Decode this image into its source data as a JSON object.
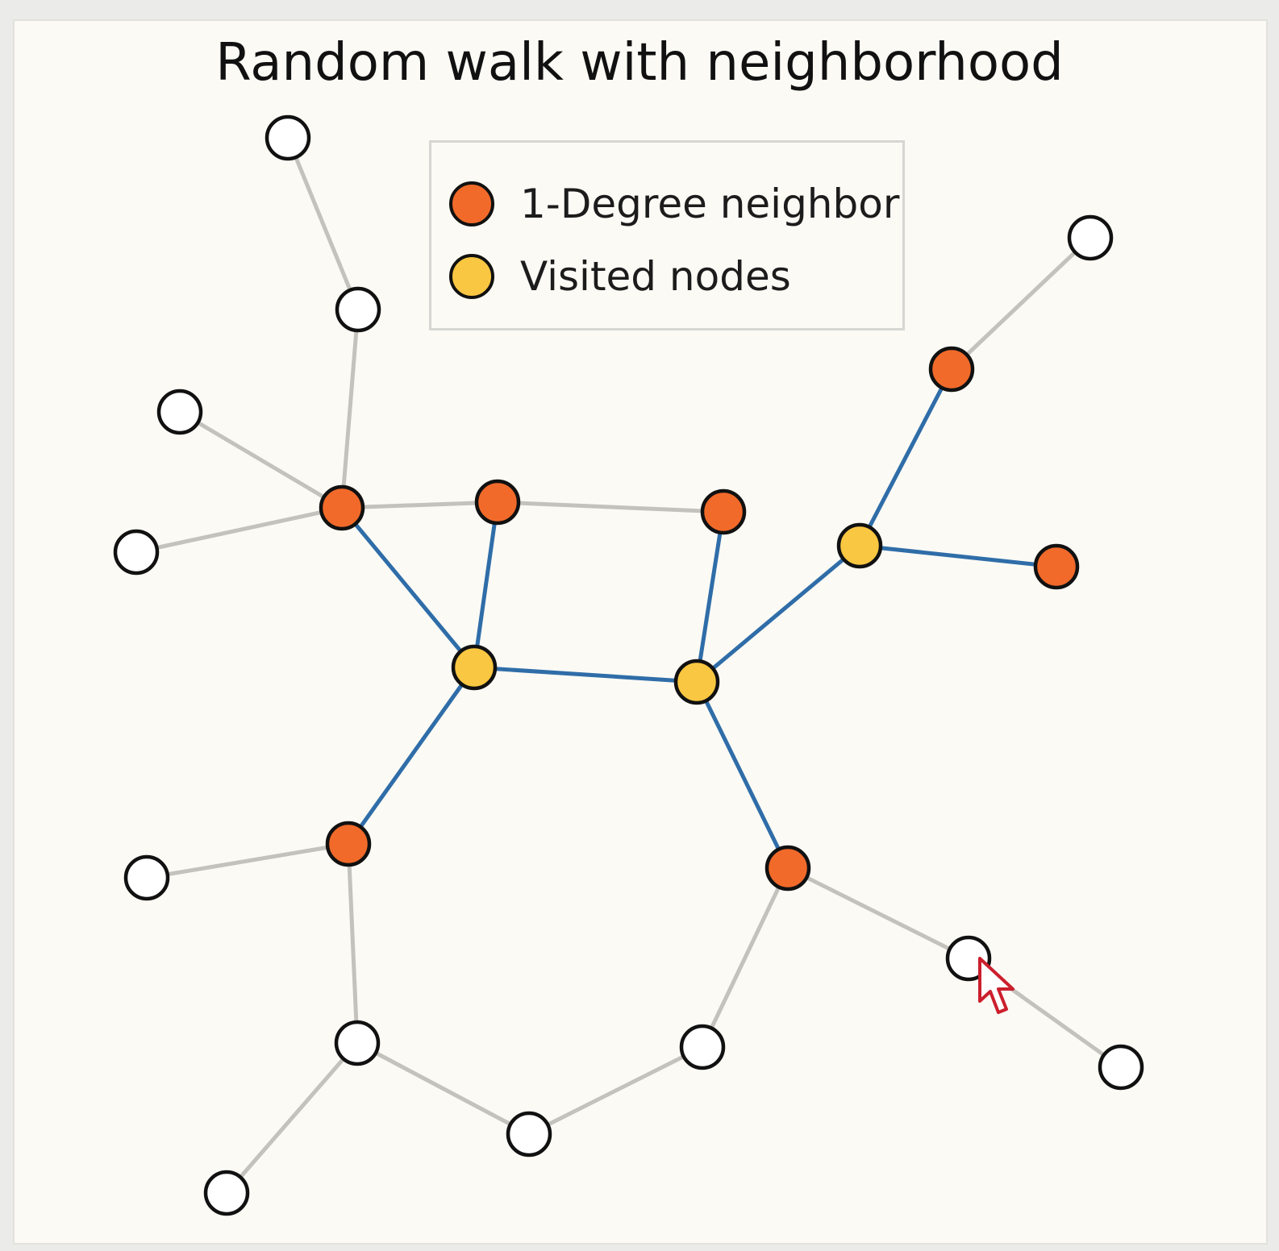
{
  "title": "Random walk with neighborhood",
  "legend": {
    "items": [
      {
        "label": "1-Degree neighbor",
        "color": "#f26a2a"
      },
      {
        "label": "Visited nodes",
        "color": "#f9c741"
      }
    ]
  },
  "colors": {
    "neighbor": "#f26a2a",
    "visited": "#f9c741",
    "other": "#ffffff",
    "walk_edge": "#2f6da8",
    "plain_edge": "#c4c2bc",
    "node_stroke": "#111111"
  },
  "graph": {
    "nodes": [
      {
        "id": "n1",
        "type": "other"
      },
      {
        "id": "n2",
        "type": "other"
      },
      {
        "id": "n3",
        "type": "other"
      },
      {
        "id": "n4",
        "type": "other"
      },
      {
        "id": "n5",
        "type": "neighbor"
      },
      {
        "id": "n6",
        "type": "neighbor"
      },
      {
        "id": "n7",
        "type": "neighbor"
      },
      {
        "id": "n8",
        "type": "visited"
      },
      {
        "id": "n9",
        "type": "visited"
      },
      {
        "id": "n10",
        "type": "visited"
      },
      {
        "id": "n11",
        "type": "neighbor"
      },
      {
        "id": "n12",
        "type": "neighbor"
      },
      {
        "id": "n13",
        "type": "other"
      },
      {
        "id": "n14",
        "type": "neighbor"
      },
      {
        "id": "n15",
        "type": "neighbor"
      },
      {
        "id": "n16",
        "type": "other"
      },
      {
        "id": "n17",
        "type": "other"
      },
      {
        "id": "n18",
        "type": "other"
      },
      {
        "id": "n19",
        "type": "other"
      },
      {
        "id": "n20",
        "type": "other"
      },
      {
        "id": "n21",
        "type": "other"
      },
      {
        "id": "n22",
        "type": "other"
      },
      {
        "id": "n23",
        "type": "other"
      }
    ],
    "edges": [
      {
        "from": "n1",
        "to": "n2",
        "kind": "plain"
      },
      {
        "from": "n2",
        "to": "n5",
        "kind": "plain"
      },
      {
        "from": "n3",
        "to": "n5",
        "kind": "plain"
      },
      {
        "from": "n4",
        "to": "n5",
        "kind": "plain"
      },
      {
        "from": "n5",
        "to": "n6",
        "kind": "plain"
      },
      {
        "from": "n6",
        "to": "n7",
        "kind": "plain"
      },
      {
        "from": "n5",
        "to": "n8",
        "kind": "walk"
      },
      {
        "from": "n6",
        "to": "n8",
        "kind": "walk"
      },
      {
        "from": "n8",
        "to": "n9",
        "kind": "walk"
      },
      {
        "from": "n7",
        "to": "n9",
        "kind": "walk"
      },
      {
        "from": "n9",
        "to": "n10",
        "kind": "walk"
      },
      {
        "from": "n10",
        "to": "n11",
        "kind": "walk"
      },
      {
        "from": "n10",
        "to": "n12",
        "kind": "walk"
      },
      {
        "from": "n11",
        "to": "n13",
        "kind": "plain"
      },
      {
        "from": "n8",
        "to": "n14",
        "kind": "walk"
      },
      {
        "from": "n9",
        "to": "n15",
        "kind": "walk"
      },
      {
        "from": "n14",
        "to": "n16",
        "kind": "plain"
      },
      {
        "from": "n14",
        "to": "n17",
        "kind": "plain"
      },
      {
        "from": "n17",
        "to": "n18",
        "kind": "plain"
      },
      {
        "from": "n17",
        "to": "n19",
        "kind": "plain"
      },
      {
        "from": "n19",
        "to": "n20",
        "kind": "plain"
      },
      {
        "from": "n15",
        "to": "n20",
        "kind": "plain"
      },
      {
        "from": "n15",
        "to": "n21",
        "kind": "plain"
      },
      {
        "from": "n21",
        "to": "n22",
        "kind": "plain"
      }
    ]
  },
  "cursor": {
    "icon": "mouse-pointer-icon",
    "color": "#cc1f2d"
  }
}
